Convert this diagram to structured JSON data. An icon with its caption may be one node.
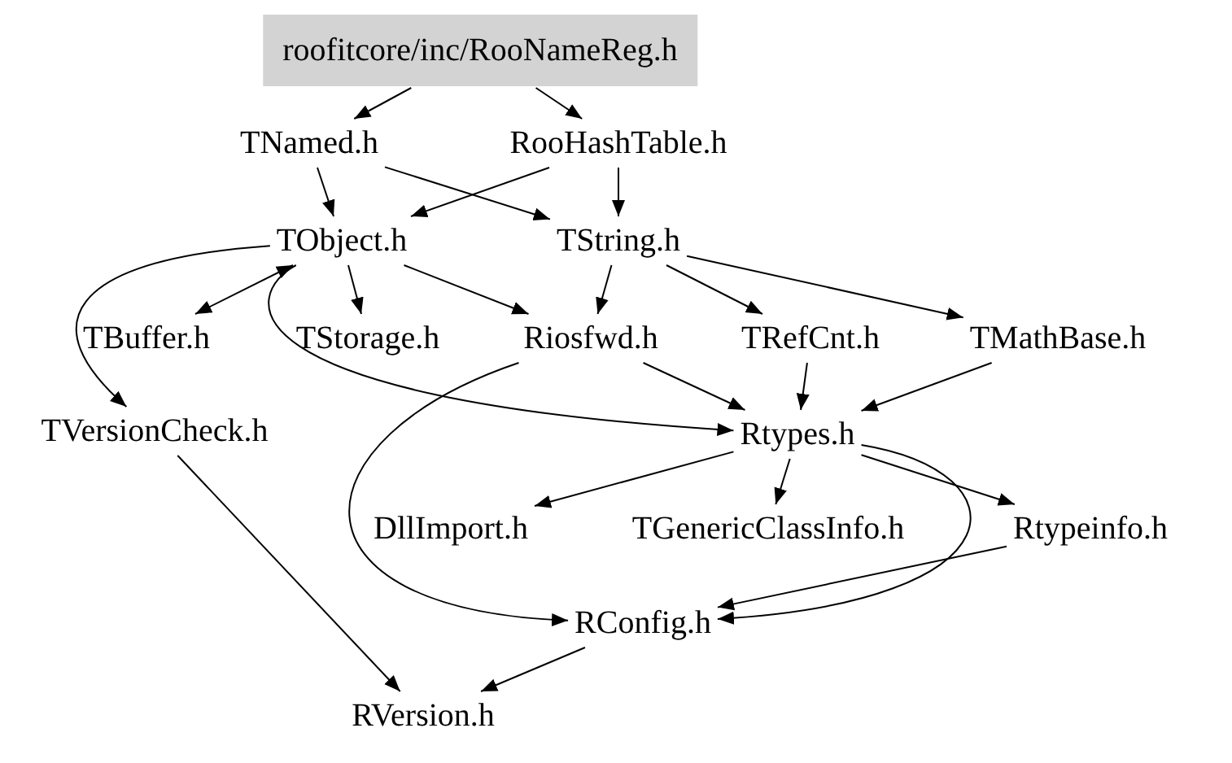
{
  "diagram": {
    "nodes": [
      {
        "text": [
          "roofitcore/inc/RooNameReg.h"
        ]
      },
      {
        "text": [
          "TNamed.h"
        ]
      },
      {
        "text": [
          "RooHashTable.h"
        ]
      },
      {
        "text": [
          "TObject.h"
        ]
      },
      {
        "text": [
          "TString.h"
        ]
      },
      {
        "text": [
          "TBuffer.h"
        ]
      },
      {
        "text": [
          "TStorage.h"
        ]
      },
      {
        "text": [
          "Riosfwd.h"
        ]
      },
      {
        "text": [
          "TRefCnt.h"
        ]
      },
      {
        "text": [
          "TMathBase.h"
        ]
      },
      {
        "text": [
          "TVersionCheck.h"
        ]
      },
      {
        "text": [
          "Rtypes.h"
        ]
      },
      {
        "text": [
          "DllImport.h"
        ]
      },
      {
        "text": [
          "TGenericClassInfo.h"
        ]
      },
      {
        "text": [
          "Rtypeinfo.h"
        ]
      },
      {
        "text": [
          "RConfig.h"
        ]
      },
      {
        "text": [
          "RVersion.h"
        ]
      }
    ],
    "edges": [
      {
        "from": 0,
        "to": 1,
        "arrow": "to"
      },
      {
        "from": 0,
        "to": 2,
        "arrow": "to"
      },
      {
        "from": 1,
        "to": 3,
        "arrow": "to"
      },
      {
        "from": 1,
        "to": 4,
        "arrow": "to"
      },
      {
        "from": 2,
        "to": 3,
        "arrow": "to"
      },
      {
        "from": 2,
        "to": 4,
        "arrow": "to"
      },
      {
        "from": 3,
        "to": 10,
        "arrow": "to"
      },
      {
        "from": 3,
        "to": 5,
        "arrow": "both"
      },
      {
        "from": 3,
        "to": 6,
        "arrow": "to"
      },
      {
        "from": 3,
        "to": 7,
        "arrow": "to"
      },
      {
        "from": 3,
        "to": 11,
        "arrow": "to"
      },
      {
        "from": 4,
        "to": 7,
        "arrow": "to"
      },
      {
        "from": 4,
        "to": 8,
        "arrow": "to"
      },
      {
        "from": 4,
        "to": 9,
        "arrow": "to"
      },
      {
        "from": 7,
        "to": 11,
        "arrow": "to"
      },
      {
        "from": 7,
        "to": 15,
        "arrow": "to"
      },
      {
        "from": 8,
        "to": 11,
        "arrow": "to"
      },
      {
        "from": 9,
        "to": 11,
        "arrow": "to"
      },
      {
        "from": 11,
        "to": 12,
        "arrow": "to"
      },
      {
        "from": 11,
        "to": 13,
        "arrow": "to"
      },
      {
        "from": 11,
        "to": 14,
        "arrow": "to"
      },
      {
        "from": 11,
        "to": 15,
        "arrow": "to"
      },
      {
        "from": 14,
        "to": 15,
        "arrow": "to"
      },
      {
        "from": 15,
        "to": 16,
        "arrow": "to"
      },
      {
        "from": 10,
        "to": 16,
        "arrow": "to"
      }
    ]
  }
}
